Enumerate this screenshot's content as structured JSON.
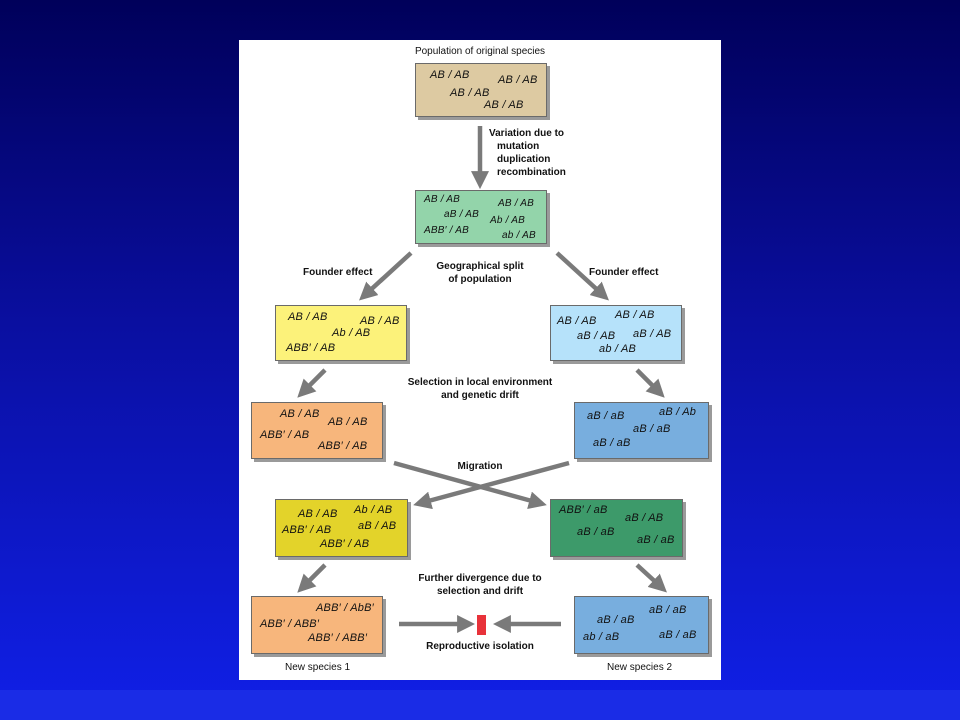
{
  "labels": {
    "original": "Population of original species",
    "variation": [
      "Variation due to",
      "mutation",
      "duplication",
      "recombination"
    ],
    "founder_left": "Founder effect",
    "founder_right": "Founder effect",
    "split": [
      "Geographical split",
      "of population"
    ],
    "selection": [
      "Selection in local environment",
      "and genetic drift"
    ],
    "migration": "Migration",
    "further": [
      "Further divergence due to",
      "selection and drift"
    ],
    "isolation": "Reproductive isolation",
    "species1": "New species 1",
    "species2": "New species 2"
  },
  "boxes": {
    "original": {
      "color": "#ddcaa2",
      "genotypes": [
        "AB / AB",
        "AB / AB",
        "AB / AB",
        "AB / AB"
      ]
    },
    "varied": {
      "color": "#93d4aa",
      "genotypes": [
        "AB / AB",
        "AB / AB",
        "aB / AB",
        "Ab / AB",
        "ABB′ / AB",
        "ab / AB"
      ]
    },
    "left_founder": {
      "color": "#fcf27a",
      "genotypes": [
        "AB / AB",
        "AB / AB",
        "Ab / AB",
        "ABB′ / AB"
      ]
    },
    "right_founder": {
      "color": "#b6e2fa",
      "genotypes": [
        "AB / AB",
        "AB / AB",
        "aB / AB",
        "aB / AB",
        "ab / AB"
      ]
    },
    "left_selected": {
      "color": "#f7b67c",
      "genotypes": [
        "AB / AB",
        "AB / AB",
        "ABB′ / AB",
        "ABB′ / AB"
      ]
    },
    "right_selected": {
      "color": "#78aede",
      "genotypes": [
        "aB / aB",
        "aB / Ab",
        "aB / aB",
        "aB / aB"
      ]
    },
    "left_migrated": {
      "color": "#e3d32a",
      "genotypes": [
        "AB / AB",
        "Ab / AB",
        "ABB′ / AB",
        "aB / AB",
        "ABB′ / AB"
      ]
    },
    "right_migrated": {
      "color": "#3d9a6a",
      "genotypes": [
        "ABB′ / aB",
        "aB / AB",
        "aB / aB",
        "aB / aB"
      ]
    },
    "species1": {
      "color": "#f7b67c",
      "genotypes": [
        "ABB′ / AbB′",
        "ABB′ / ABB′",
        "ABB′ / ABB′"
      ]
    },
    "species2": {
      "color": "#78aede",
      "genotypes": [
        "aB / aB",
        "aB / aB",
        "ab / aB",
        "aB / aB"
      ]
    }
  }
}
